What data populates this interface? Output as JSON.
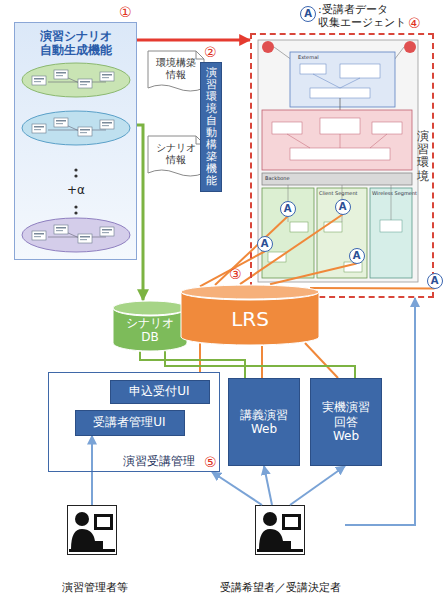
{
  "diagram": {
    "nodes": [
      {
        "text": [
          "演習シナリオ 自動生成機能"
        ]
      },
      {
        "text": [
          "環境構築 情報"
        ]
      },
      {
        "text": [
          "シナリオ 情報"
        ]
      },
      {
        "text": [
          "演習環境自動構築機能"
        ]
      },
      {
        "text": [
          "A"
        ]
      },
      {
        "text": [
          "演習環境"
        ]
      },
      {
        "text": [
          "A"
        ],
        "in": 5
      },
      {
        "text": [
          "A"
        ],
        "in": 5
      },
      {
        "text": [
          "A"
        ],
        "in": 5
      },
      {
        "text": [
          "A"
        ],
        "in": 5
      },
      {
        "text": [
          "A"
        ],
        "in": 5
      },
      {
        "text": [
          "シナリオ DB"
        ]
      },
      {
        "text": [
          "LRS"
        ]
      },
      {
        "text": [
          "演習受講管理"
        ]
      },
      {
        "text": [
          "申込受付UI"
        ],
        "in": 13
      },
      {
        "text": [
          "受講者管理UI"
        ],
        "in": 13
      },
      {
        "text": [
          "講義演習 Web"
        ]
      },
      {
        "text": [
          "実機演習 回答 Web"
        ]
      },
      {
        "text": [
          "演習管理者等"
        ]
      },
      {
        "text": [
          "受講希望者／受講決定者"
        ]
      }
    ],
    "edges": [
      {
        "from": 0,
        "to": 5,
        "arrow": "to"
      },
      {
        "from": 0,
        "to": 11,
        "arrow": "to"
      },
      {
        "from": 12,
        "to": 6,
        "arrow": "none"
      },
      {
        "from": 12,
        "to": 7,
        "arrow": "none"
      },
      {
        "from": 12,
        "to": 8,
        "arrow": "none"
      },
      {
        "from": 12,
        "to": 9,
        "arrow": "none"
      },
      {
        "from": 12,
        "to": 10,
        "arrow": "none"
      },
      {
        "from": 12,
        "to": 13,
        "arrow": "none"
      },
      {
        "from": 12,
        "to": 16,
        "arrow": "none"
      },
      {
        "from": 12,
        "to": 17,
        "arrow": "none"
      },
      {
        "from": 11,
        "to": 16,
        "arrow": "none"
      },
      {
        "from": 11,
        "to": 17,
        "arrow": "none"
      },
      {
        "from": 18,
        "to": 15,
        "arrow": "to"
      },
      {
        "from": 19,
        "to": 13,
        "arrow": "to"
      },
      {
        "from": 19,
        "to": 16,
        "arrow": "to"
      },
      {
        "from": 19,
        "to": 17,
        "arrow": "to"
      },
      {
        "from": 19,
        "to": 5,
        "arrow": "to"
      }
    ],
    "labels": [
      "①",
      "②",
      "③",
      "④",
      "⑤",
      ":受講者データ 収集エージェント",
      "+α",
      "External",
      "Backbone",
      "Client Segment",
      "Wireless Segment"
    ]
  }
}
